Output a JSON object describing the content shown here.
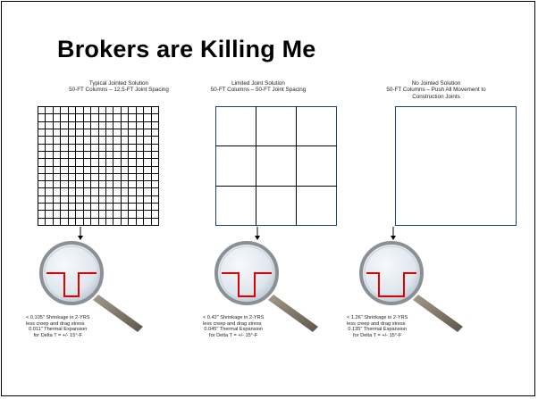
{
  "slide": {
    "title": "Brokers are Killing Me"
  },
  "panels": [
    {
      "caption_line1": "Typical Jointed Solution",
      "caption_line2": "50-FT Columns – 12.5-FT Joint Spacing",
      "caption_line3": "",
      "grid_divisions": 16,
      "note_line1": "< 0.105\" Shrinkage in 2-YRS",
      "note_line2": "less creep and drag stress",
      "note_line3": "0.011\" Thermal Expansion",
      "note_line4": "for Delta T = +/- 15°-F"
    },
    {
      "caption_line1": "Limited Joint Solution",
      "caption_line2": "50-FT Columns – 50-FT Joint Spacing",
      "caption_line3": "",
      "grid_divisions": 3,
      "note_line1": "< 0.42\" Shrinkage in 2-YRS",
      "note_line2": "less creep and drag stress",
      "note_line3": "0.045\" Thermal Expansion",
      "note_line4": "for Delta T = +/- 15°-F"
    },
    {
      "caption_line1": "No Jointed Solution",
      "caption_line2": "50-FT Columns – Push All Movement to",
      "caption_line3": "Construction Joints",
      "grid_divisions": 1,
      "note_line1": "< 1.26\" Shrinkage in 2-YRS",
      "note_line2": "less creep and drag stress",
      "note_line3": "0.135\" Thermal Expansion",
      "note_line4": "for Delta T = +/- 15°-F"
    }
  ],
  "colors": {
    "grid_line_dense": "#000000",
    "grid_line_panel": "#1f3f6e",
    "joint_profile": "#e00000",
    "lens_rim": "#8a9096",
    "handle": "#7d7466"
  }
}
